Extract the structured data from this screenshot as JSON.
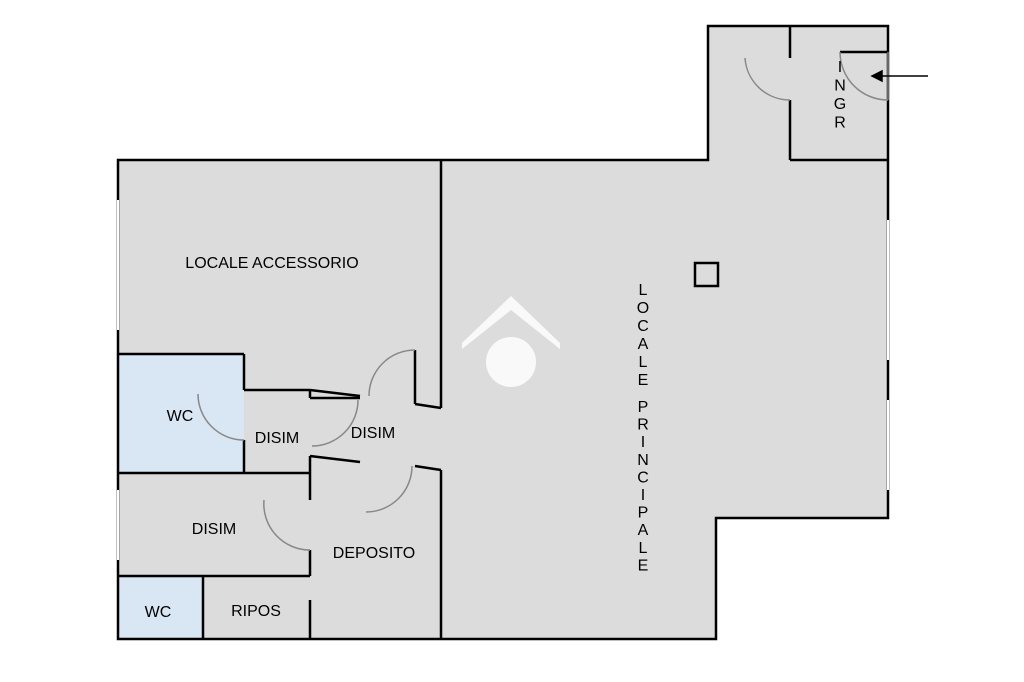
{
  "colors": {
    "background": "#ffffff",
    "floor": "#dcdcdc",
    "wet_room": "#d9e6f4",
    "wall": "#000000",
    "door_swing": "#888888",
    "watermark": "#ffffff"
  },
  "rooms": {
    "locale_accessorio": "LOCALE ACCESSORIO",
    "wc_upper": "WC",
    "disim_left": "DISIM",
    "disim_center": "DISIM",
    "disim_lower": "DISIM",
    "deposito": "DEPOSITO",
    "wc_lower": "WC",
    "ripos": "RIPOS"
  },
  "vertical_labels": {
    "ingresso": "INGR",
    "locale_principale_1": "LOCALE",
    "locale_principale_2": "PRINCIPALE"
  },
  "icons": {
    "entrance_arrow": "arrow-left-icon",
    "column": "pillar-icon",
    "watermark": "house-logo-icon"
  }
}
